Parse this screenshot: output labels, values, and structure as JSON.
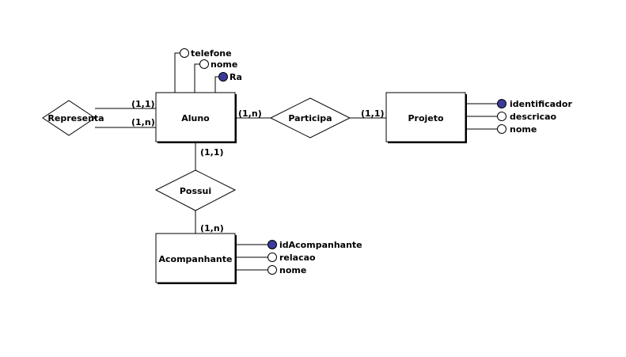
{
  "entities": {
    "aluno": "Aluno",
    "projeto": "Projeto",
    "acompanhante": "Acompanhante"
  },
  "relationships": {
    "representa": "Representa",
    "participa": "Participa",
    "possui": "Possui"
  },
  "cardinalities": {
    "representa_top": "(1,1)",
    "representa_bottom": "(1,n)",
    "aluno_participa": "(1,n)",
    "participa_projeto": "(1,1)",
    "aluno_possui": "(1,1)",
    "possui_acompanhante": "(1,n)"
  },
  "attributes": {
    "aluno": [
      {
        "name": "telefone",
        "key": false
      },
      {
        "name": "nome",
        "key": false
      },
      {
        "name": "Ra",
        "key": true
      }
    ],
    "projeto": [
      {
        "name": "identificador",
        "key": true
      },
      {
        "name": "descricao",
        "key": false
      },
      {
        "name": "nome",
        "key": false
      }
    ],
    "acompanhante": [
      {
        "name": "idAcompanhante",
        "key": true
      },
      {
        "name": "relacao",
        "key": false
      },
      {
        "name": "nome",
        "key": false
      }
    ]
  },
  "colors": {
    "key_attribute_fill": "#3b3b9a",
    "line": "#000000",
    "background": "#ffffff"
  }
}
